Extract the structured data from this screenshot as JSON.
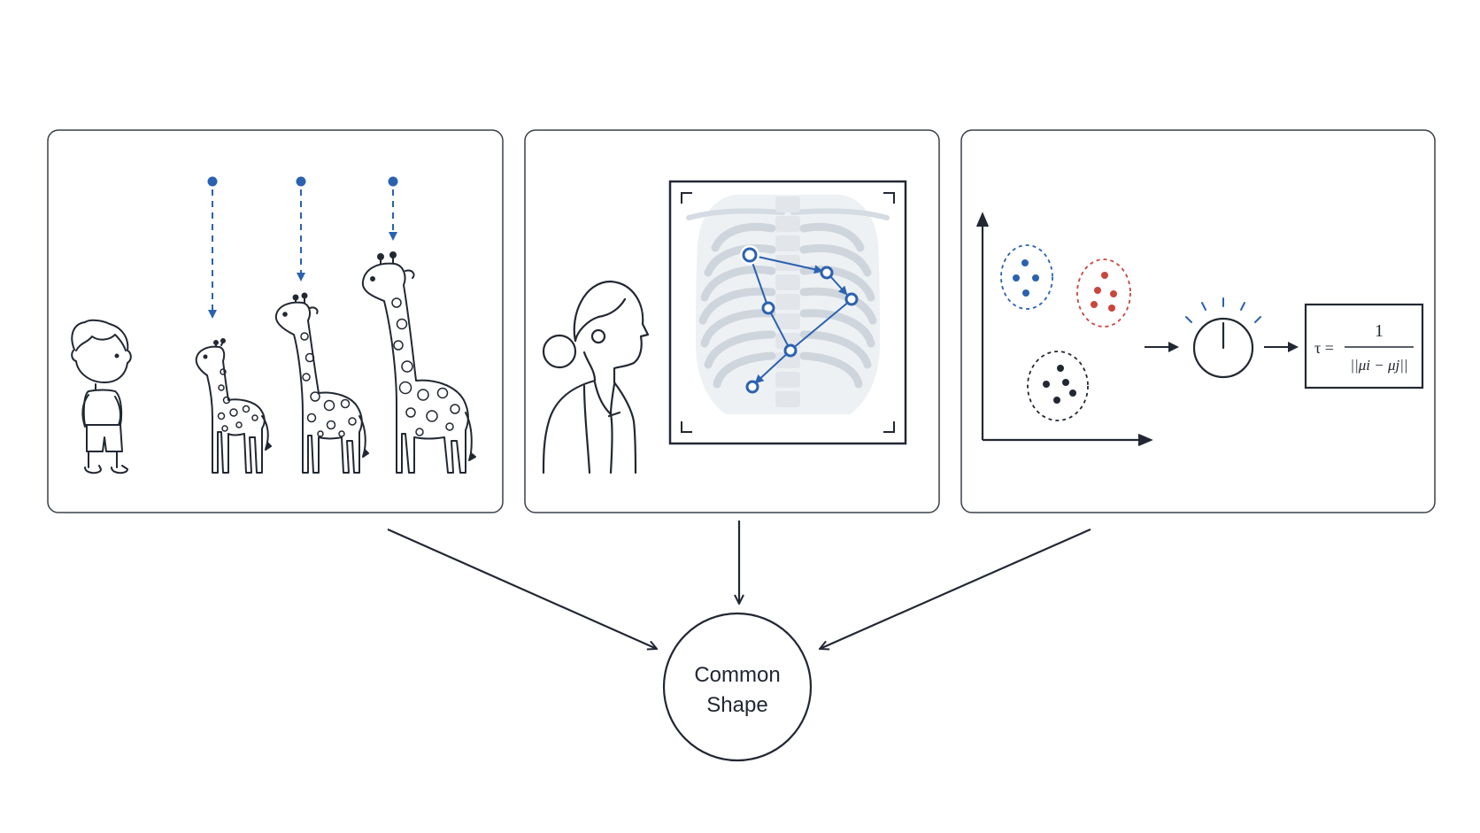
{
  "colors": {
    "ink": "#222833",
    "accent_blue": "#2b62b0",
    "accent_red": "#c9463d",
    "panel_border": "#3a404a",
    "xray_fill": "#dde2e8"
  },
  "panels": [
    {
      "name": "giraffe-scaling-panel",
      "icons": [
        "child-icon",
        "giraffe-small-icon",
        "giraffe-medium-icon",
        "giraffe-large-icon"
      ]
    },
    {
      "name": "xray-analysis-panel",
      "icons": [
        "doctor-icon",
        "chest-xray-icon",
        "keypoint-path-icon"
      ]
    },
    {
      "name": "cluster-threshold-panel",
      "icons": [
        "scatter-axes-icon",
        "blue-cluster-icon",
        "red-cluster-icon",
        "dark-cluster-icon",
        "dial-icon"
      ],
      "formula": {
        "lhs": "τ =",
        "numerator": "1",
        "denominator": "||μi − μj||"
      }
    }
  ],
  "hub": {
    "line1": "Common",
    "line2": "Shape"
  }
}
